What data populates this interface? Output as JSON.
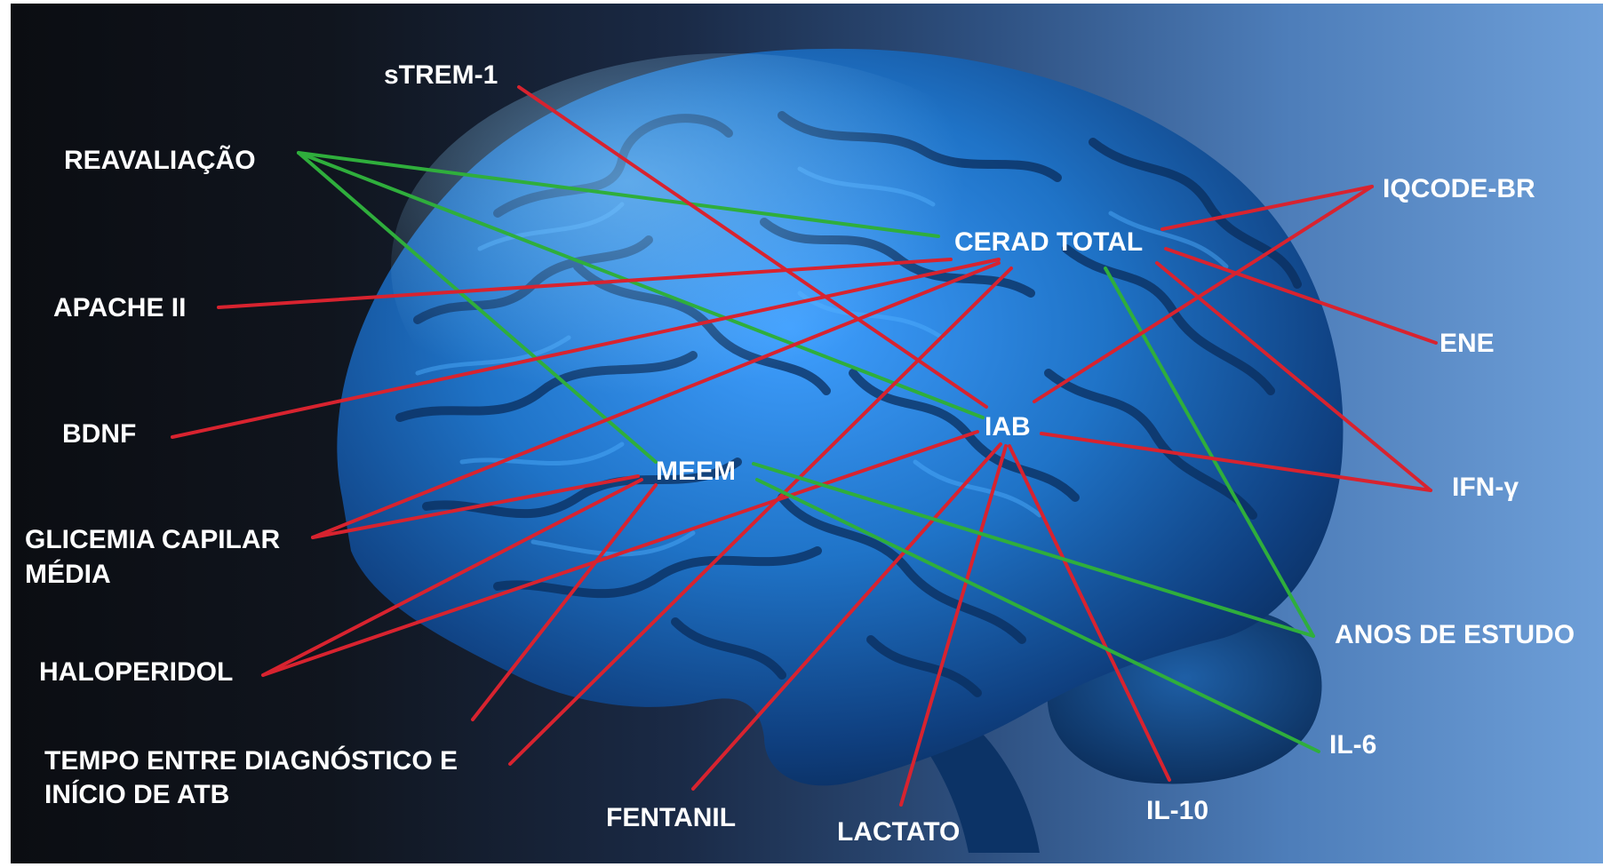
{
  "labels": {
    "strem1": "sTREM-1",
    "reavaliacao": "REAVALIAÇÃO",
    "apache": "APACHE II",
    "bdnf": "BDNF",
    "glicemia_l1": "GLICEMIA CAPILAR",
    "glicemia_l2": "MÉDIA",
    "haloperidol": "HALOPERIDOL",
    "tempo_l1": "TEMPO ENTRE DIAGNÓSTICO E",
    "tempo_l2": "INÍCIO DE ATB",
    "fentanil": "FENTANIL",
    "lactato": "LACTATO",
    "il10": "IL-10",
    "il6": "IL-6",
    "anos": "ANOS DE ESTUDO",
    "ifn": "IFN-γ",
    "ene": "ENE",
    "iqcode": "IQCODE-BR",
    "cerad": "CERAD TOTAL",
    "iab": "IAB",
    "meem": "MEEM"
  },
  "colors": {
    "negative_link": "#d8232f",
    "positive_link": "#2fae3c",
    "label_text": "#ffffff",
    "brain_base": "#1f73c7"
  },
  "connections": [
    {
      "from": "REAVALIAÇÃO",
      "to": "CERAD TOTAL",
      "color": "green"
    },
    {
      "from": "REAVALIAÇÃO",
      "to": "IAB",
      "color": "green"
    },
    {
      "from": "REAVALIAÇÃO",
      "to": "MEEM",
      "color": "green"
    },
    {
      "from": "sTREM-1",
      "to": "IAB",
      "color": "red"
    },
    {
      "from": "APACHE II",
      "to": "CERAD TOTAL",
      "color": "red"
    },
    {
      "from": "BDNF",
      "to": "CERAD TOTAL",
      "color": "red"
    },
    {
      "from": "GLICEMIA CAPILAR MÉDIA",
      "to": "CERAD TOTAL",
      "color": "red"
    },
    {
      "from": "GLICEMIA CAPILAR MÉDIA",
      "to": "MEEM",
      "color": "red"
    },
    {
      "from": "HALOPERIDOL",
      "to": "MEEM",
      "color": "red"
    },
    {
      "from": "HALOPERIDOL",
      "to": "IAB",
      "color": "red"
    },
    {
      "from": "TEMPO ENTRE DIAGNÓSTICO E INÍCIO DE ATB",
      "to": "MEEM",
      "color": "red"
    },
    {
      "from": "TEMPO ENTRE DIAGNÓSTICO E INÍCIO DE ATB",
      "to": "CERAD TOTAL",
      "color": "red"
    },
    {
      "from": "FENTANIL",
      "to": "IAB",
      "color": "red"
    },
    {
      "from": "LACTATO",
      "to": "IAB",
      "color": "red"
    },
    {
      "from": "IL-10",
      "to": "IAB",
      "color": "red"
    },
    {
      "from": "IL-6",
      "to": "MEEM",
      "color": "green"
    },
    {
      "from": "ANOS DE ESTUDO",
      "to": "MEEM",
      "color": "green"
    },
    {
      "from": "ANOS DE ESTUDO",
      "to": "CERAD TOTAL",
      "color": "green"
    },
    {
      "from": "IFN-γ",
      "to": "IAB",
      "color": "red"
    },
    {
      "from": "IFN-γ",
      "to": "CERAD TOTAL",
      "color": "red"
    },
    {
      "from": "ENE",
      "to": "CERAD TOTAL",
      "color": "red"
    },
    {
      "from": "IQCODE-BR",
      "to": "CERAD TOTAL",
      "color": "red"
    },
    {
      "from": "IQCODE-BR",
      "to": "IAB",
      "color": "red"
    }
  ]
}
